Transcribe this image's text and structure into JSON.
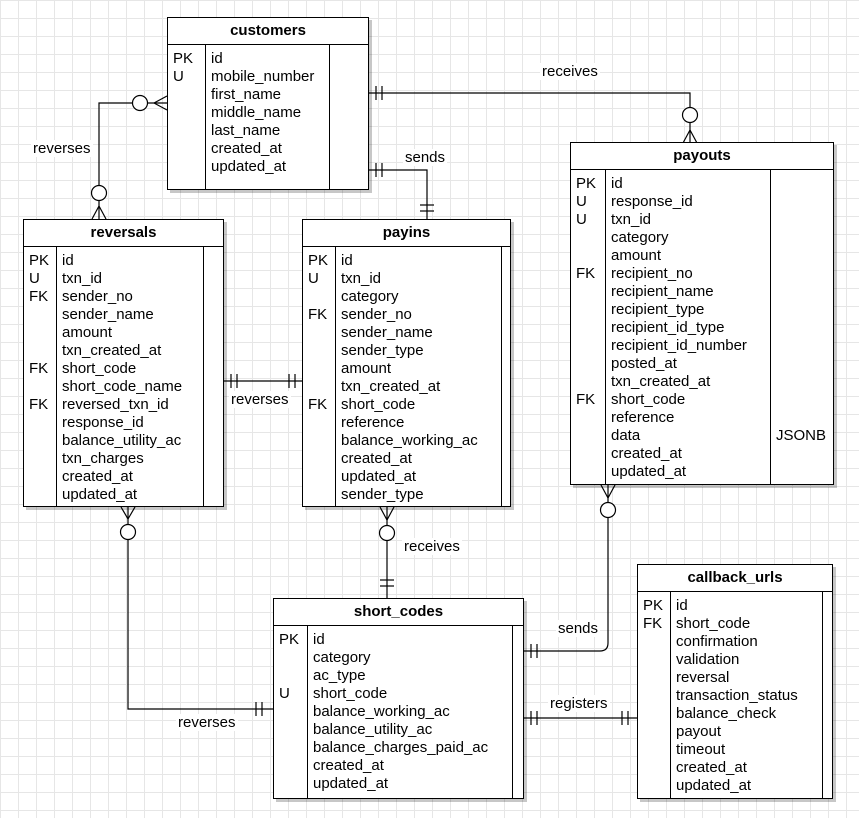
{
  "entities": {
    "customers": {
      "title": "customers",
      "rows": [
        {
          "key": "PK",
          "name": "id",
          "type": ""
        },
        {
          "key": "U",
          "name": "mobile_number",
          "type": ""
        },
        {
          "key": "",
          "name": "first_name",
          "type": ""
        },
        {
          "key": "",
          "name": "middle_name",
          "type": ""
        },
        {
          "key": "",
          "name": "last_name",
          "type": ""
        },
        {
          "key": "",
          "name": "created_at",
          "type": ""
        },
        {
          "key": "",
          "name": "updated_at",
          "type": ""
        }
      ]
    },
    "payouts": {
      "title": "payouts",
      "rows": [
        {
          "key": "PK",
          "name": "id",
          "type": ""
        },
        {
          "key": "U",
          "name": "response_id",
          "type": ""
        },
        {
          "key": "U",
          "name": "txn_id",
          "type": ""
        },
        {
          "key": "",
          "name": "category",
          "type": ""
        },
        {
          "key": "",
          "name": "amount",
          "type": ""
        },
        {
          "key": "FK",
          "name": "recipient_no",
          "type": ""
        },
        {
          "key": "",
          "name": "recipient_name",
          "type": ""
        },
        {
          "key": "",
          "name": "recipient_type",
          "type": ""
        },
        {
          "key": "",
          "name": "recipient_id_type",
          "type": ""
        },
        {
          "key": "",
          "name": "recipient_id_number",
          "type": ""
        },
        {
          "key": "",
          "name": "posted_at",
          "type": ""
        },
        {
          "key": "",
          "name": "txn_created_at",
          "type": ""
        },
        {
          "key": "FK",
          "name": "short_code",
          "type": ""
        },
        {
          "key": "",
          "name": "reference",
          "type": ""
        },
        {
          "key": "",
          "name": "data",
          "type": "JSONB"
        },
        {
          "key": "",
          "name": "created_at",
          "type": ""
        },
        {
          "key": "",
          "name": "updated_at",
          "type": ""
        }
      ]
    },
    "reversals": {
      "title": "reversals",
      "rows": [
        {
          "key": "PK",
          "name": "id",
          "type": ""
        },
        {
          "key": "U",
          "name": "txn_id",
          "type": ""
        },
        {
          "key": "FK",
          "name": "sender_no",
          "type": ""
        },
        {
          "key": "",
          "name": "sender_name",
          "type": ""
        },
        {
          "key": "",
          "name": "amount",
          "type": ""
        },
        {
          "key": "",
          "name": "txn_created_at",
          "type": ""
        },
        {
          "key": "FK",
          "name": "short_code",
          "type": ""
        },
        {
          "key": "",
          "name": "short_code_name",
          "type": ""
        },
        {
          "key": "FK",
          "name": "reversed_txn_id",
          "type": ""
        },
        {
          "key": "",
          "name": "response_id",
          "type": ""
        },
        {
          "key": "",
          "name": "balance_utility_ac",
          "type": ""
        },
        {
          "key": "",
          "name": "txn_charges",
          "type": ""
        },
        {
          "key": "",
          "name": "created_at",
          "type": ""
        },
        {
          "key": "",
          "name": "updated_at",
          "type": ""
        }
      ]
    },
    "payins": {
      "title": "payins",
      "rows": [
        {
          "key": "PK",
          "name": "id",
          "type": ""
        },
        {
          "key": "U",
          "name": "txn_id",
          "type": ""
        },
        {
          "key": "",
          "name": "category",
          "type": ""
        },
        {
          "key": "FK",
          "name": "sender_no",
          "type": ""
        },
        {
          "key": "",
          "name": "sender_name",
          "type": ""
        },
        {
          "key": "",
          "name": "sender_type",
          "type": ""
        },
        {
          "key": "",
          "name": "amount",
          "type": ""
        },
        {
          "key": "",
          "name": "txn_created_at",
          "type": ""
        },
        {
          "key": "FK",
          "name": "short_code",
          "type": ""
        },
        {
          "key": "",
          "name": "reference",
          "type": ""
        },
        {
          "key": "",
          "name": "balance_working_ac",
          "type": ""
        },
        {
          "key": "",
          "name": "created_at",
          "type": ""
        },
        {
          "key": "",
          "name": "updated_at",
          "type": ""
        },
        {
          "key": "",
          "name": "sender_type",
          "type": ""
        }
      ]
    },
    "short_codes": {
      "title": "short_codes",
      "rows": [
        {
          "key": "PK",
          "name": "id",
          "type": ""
        },
        {
          "key": "",
          "name": "category",
          "type": ""
        },
        {
          "key": "",
          "name": "ac_type",
          "type": ""
        },
        {
          "key": "U",
          "name": "short_code",
          "type": ""
        },
        {
          "key": "",
          "name": "balance_working_ac",
          "type": ""
        },
        {
          "key": "",
          "name": "balance_utility_ac",
          "type": ""
        },
        {
          "key": "",
          "name": "balance_charges_paid_ac",
          "type": ""
        },
        {
          "key": "",
          "name": "created_at",
          "type": ""
        },
        {
          "key": "",
          "name": "updated_at",
          "type": ""
        }
      ]
    },
    "callback_urls": {
      "title": "callback_urls",
      "rows": [
        {
          "key": "PK",
          "name": "id",
          "type": ""
        },
        {
          "key": "FK",
          "name": "short_code",
          "type": ""
        },
        {
          "key": "",
          "name": "confirmation",
          "type": ""
        },
        {
          "key": "",
          "name": "validation",
          "type": ""
        },
        {
          "key": "",
          "name": "reversal",
          "type": ""
        },
        {
          "key": "",
          "name": "transaction_status",
          "type": ""
        },
        {
          "key": "",
          "name": "balance_check",
          "type": ""
        },
        {
          "key": "",
          "name": "payout",
          "type": ""
        },
        {
          "key": "",
          "name": "timeout",
          "type": ""
        },
        {
          "key": "",
          "name": "created_at",
          "type": ""
        },
        {
          "key": "",
          "name": "updated_at",
          "type": ""
        }
      ]
    }
  },
  "relationships": [
    {
      "label": "receives",
      "from": "customers",
      "to": "payouts"
    },
    {
      "label": "sends",
      "from": "customers",
      "to": "payins"
    },
    {
      "label": "reverses",
      "from": "customers",
      "to": "reversals"
    },
    {
      "label": "reverses",
      "from": "payins",
      "to": "reversals"
    },
    {
      "label": "receives",
      "from": "short_codes",
      "to": "payins"
    },
    {
      "label": "sends",
      "from": "short_codes",
      "to": "payouts"
    },
    {
      "label": "reverses",
      "from": "short_codes",
      "to": "reversals"
    },
    {
      "label": "registers",
      "from": "short_codes",
      "to": "callback_urls"
    }
  ]
}
